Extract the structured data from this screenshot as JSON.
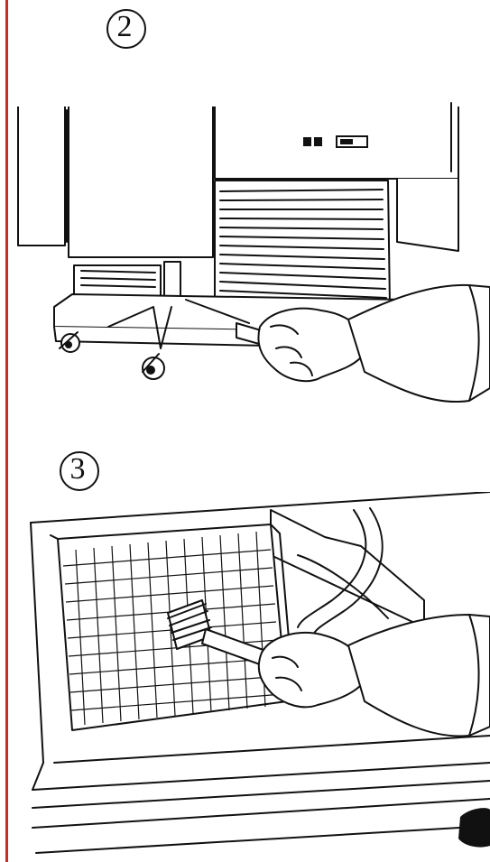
{
  "page": {
    "accent_color": "#cc2a2a"
  },
  "steps": [
    {
      "number": "2",
      "illustration": "unit-panel-removal-screwdriver"
    },
    {
      "number": "3",
      "illustration": "condenser-brush-cleaning"
    }
  ]
}
